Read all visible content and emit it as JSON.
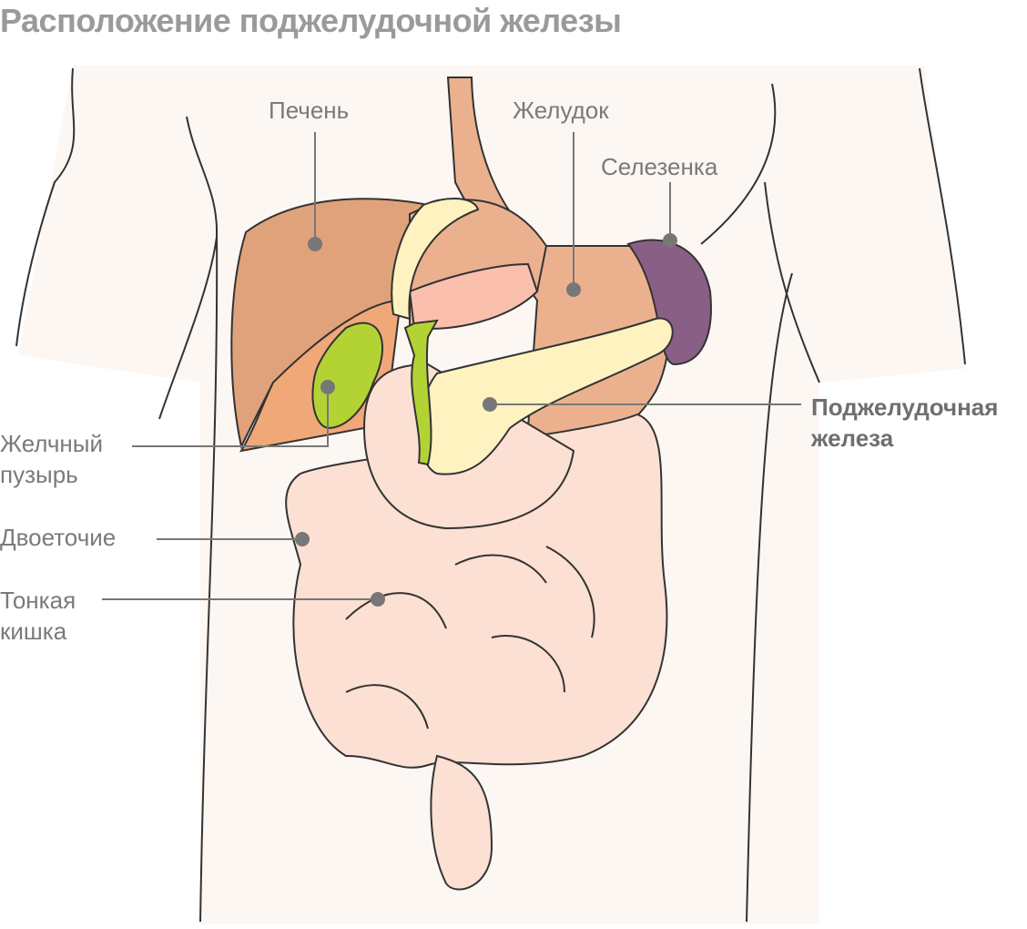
{
  "title": "Расположение поджелудочной железы",
  "labels": {
    "liver": "Печень",
    "stomach": "Желудок",
    "spleen": "Селезенка",
    "pancreas_line1": "Поджелудочная",
    "pancreas_line2": "железа",
    "gallbladder_line1": "Желчный",
    "gallbladder_line2": "пузырь",
    "colon": "Двоеточие",
    "small_intestine_line1": "Тонкая",
    "small_intestine_line2": "кишка"
  },
  "colors": {
    "body": "#fdf7f3",
    "liver": "#e0a27a",
    "stomach": "#ebb18e",
    "spleen": "#8a5f86",
    "gallbladder": "#b3d335",
    "pancreas": "#fdf2c0",
    "intestine": "#fbe0d3",
    "outline": "#333333"
  }
}
